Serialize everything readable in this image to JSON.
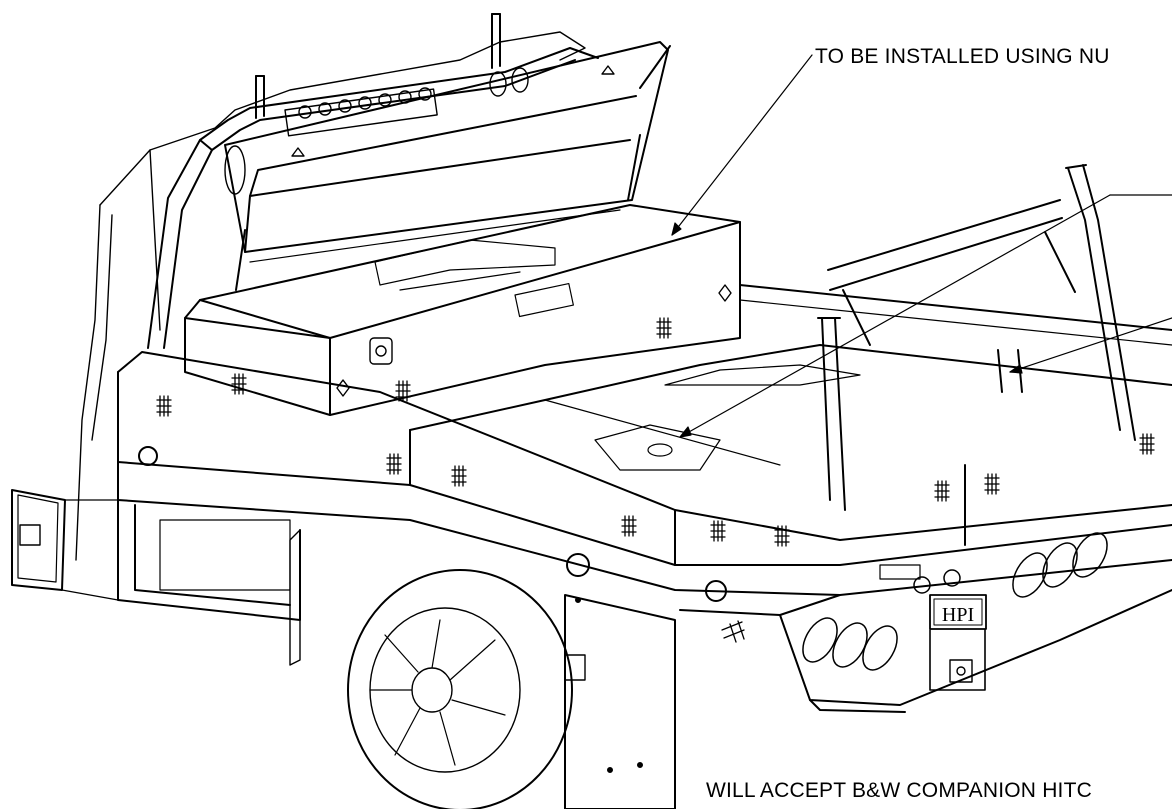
{
  "callouts": {
    "top_note": "TO BE INSTALLED USING NU",
    "bottom_note": "WILL ACCEPT B&W COMPANION HITC"
  },
  "badges": {
    "hpi_plate": "HPI"
  },
  "colors": {
    "line": "#000000",
    "background": "#ffffff"
  }
}
